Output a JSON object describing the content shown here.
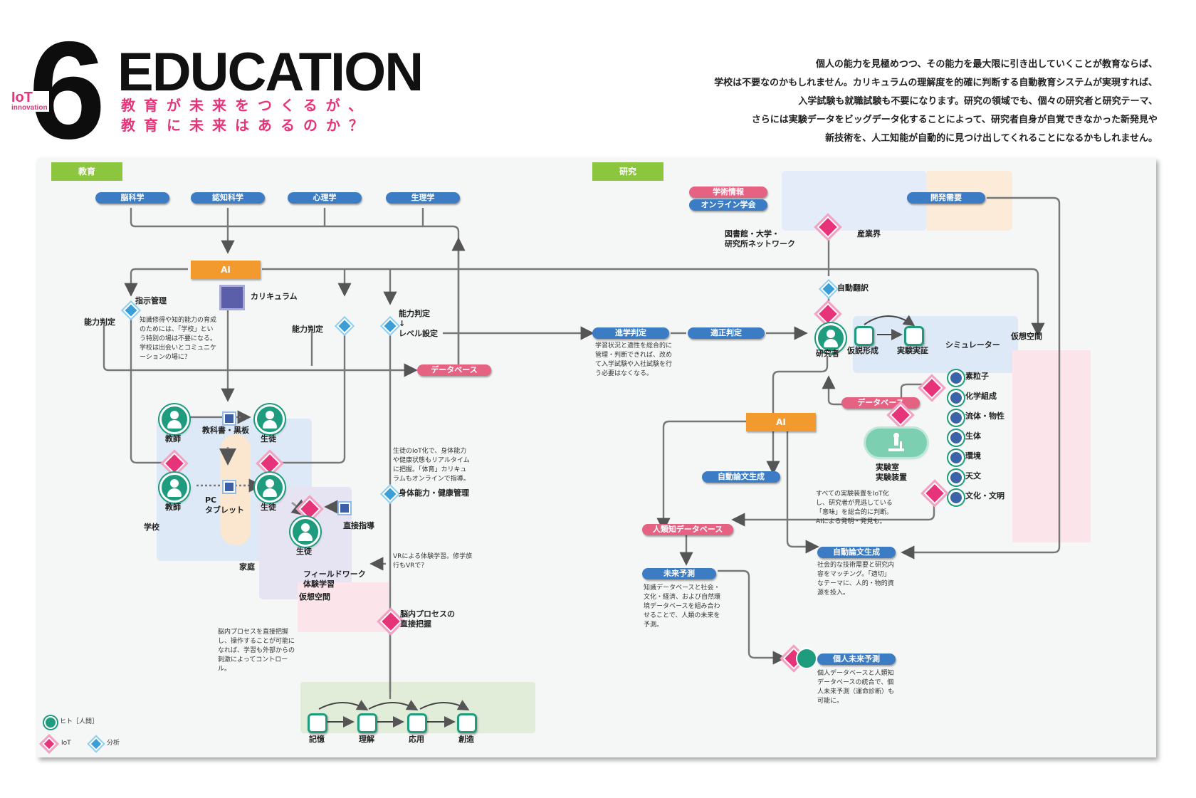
{
  "header": {
    "number": "6",
    "iot_badge": "IoT",
    "iot_badge_sub": "innovation",
    "title": "EDUCATION",
    "catch_line1": "教育が未来をつくるが、",
    "catch_line2": "教育に未来はあるのか？",
    "intro": [
      "個人の能力を見極めつつ、その能力を最大限に引き出していくことが教育ならば、",
      "学校は不要なのかもしれません。カリキュラムの理解度を的確に判断する自動教育システムが実現すれば、",
      "入学試験も就職試験も不要になります。研究の領域でも、個々の研究者と研究テーマ、",
      "さらには実験データをビッグデータ化することによって、研究者自身が自覚できなかった新発見や",
      "新技術を、人工知能が自動的に見つけ出してくれることになるかもしれません。"
    ]
  },
  "education": {
    "tag": "教育",
    "sources": [
      "脳科学",
      "認知科学",
      "心理学",
      "生理学"
    ],
    "ai": "AI",
    "curriculum": "カリキュラム",
    "shiji": "指示管理",
    "shiji_note": "知識修得や知的能力の育成のためには、「学校」という特別の場は不要になる。学校は出会いとコミュニケーションの場に？",
    "noryoku_left": "能力判定",
    "noryoku_mid": "能力判定",
    "noryoku_level_1": "能力判定",
    "noryoku_level_arrow": "↓",
    "noryoku_level_2": "レベル設定",
    "database": "データベース",
    "teacher1": "教師",
    "textbook": "教科書・黒板",
    "student1": "生徒",
    "teacher2": "教師",
    "pc_1": "PC",
    "pc_2": "タブレット",
    "student2": "生徒",
    "student3": "生徒",
    "school": "学校",
    "home": "家庭",
    "direct": "直接指導",
    "iot_student_note": "生徒のIoT化で、身体能力や健康状態もリアルタイムに把握。「体育」カリキュラムもオンラインで指導。",
    "body_mgmt": "身体能力・健康管理",
    "field_1": "フィールドワーク",
    "field_2": "体験学習",
    "virtual": "仮想空間",
    "vr_note": "VRによる体験学習。修学旅行もVRで？",
    "brain_1": "脳内プロセスの",
    "brain_2": "直接把握",
    "brain_note": "脳内プロセスを直接把握し、操作することが可能になれば、学習も外部からの刺激によってコントロール。",
    "process": [
      "記憶",
      "理解",
      "応用",
      "創造"
    ]
  },
  "research": {
    "tag": "研究",
    "academic": "学術情報",
    "online": "オンライン学会",
    "library_1": "図書館・大学・",
    "library_2": "研究所ネットワーク",
    "industry": "産業界",
    "dev_demand": "開発需要",
    "auto_translate": "自動翻訳",
    "shingaku": "進学判定",
    "tekisei": "適正判定",
    "shingaku_note": "学習状況と適性を総合的に管理・判断できれば、改めて入学試験や入社試験を行う必要はなくなる。",
    "researcher": "研究者",
    "hypothesis": "仮説形成",
    "verification": "実験実証",
    "simulator": "シミュレーター",
    "virtual_space": "仮想空間",
    "sim_items": [
      "素粒子",
      "化学組成",
      "流体・物性",
      "生体",
      "環境",
      "天文",
      "文化・文明"
    ],
    "database": "データベース",
    "ai": "AI",
    "lab_1": "実験室",
    "lab_2": "実験装置",
    "lab_note": "すべての実験装置をIoT化し、研究者が見逃している「意味」を総合的に判断。AIによる発明・発見も。",
    "auto_paper_1": "自動論文生成",
    "auto_paper_2": "自動論文生成",
    "paper_note": "社会的な技術需要と研究内容をマッチング。「適切」なテーマに、人的・物的資源を投入。",
    "human_db": "人類知データベース",
    "future": "未来予測",
    "future_note": "知識データベースと社会・文化・経済、および自然環境データベースを組み合わせることで、人類の未来を予測。",
    "personal_future": "個人未来予測",
    "personal_note": "個人データベースと人類知データベースの統合で、個人未来予測（運命診断）も可能に。"
  },
  "legend": {
    "person": "ヒト［人間］",
    "iot": "IoT",
    "analysis": "分析"
  },
  "colors": {
    "pink": "#e6337a",
    "blue": "#3b7cc4",
    "green": "#8cc63f",
    "orange": "#f39a2e",
    "teal": "#1f9b7e"
  }
}
